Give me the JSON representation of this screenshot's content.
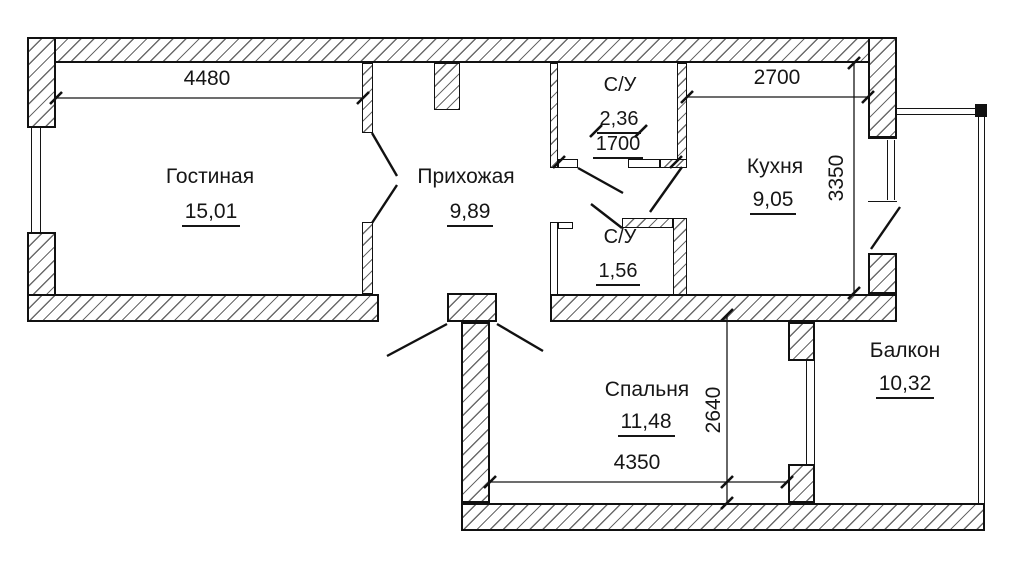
{
  "plan": {
    "rooms": [
      {
        "name": "Гостиная",
        "area": "15,01"
      },
      {
        "name": "Прихожая",
        "area": "9,89"
      },
      {
        "name": "С/У",
        "area": "2,36"
      },
      {
        "name": "Кухня",
        "area": "9,05"
      },
      {
        "name": "С/У",
        "area": "1,56"
      },
      {
        "name": "Спальня",
        "area": "11,48"
      },
      {
        "name": "Балкон",
        "area": "10,32"
      }
    ],
    "dimensions": {
      "living_width": "4480",
      "kitchen_width": "2700",
      "kitchen_depth": "3350",
      "bathroom_width": "1700",
      "bedroom_width": "4350",
      "bedroom_depth": "2640"
    },
    "colors": {
      "line": "#161616",
      "hatch": "#6a6a6a",
      "background": "#ffffff"
    }
  }
}
